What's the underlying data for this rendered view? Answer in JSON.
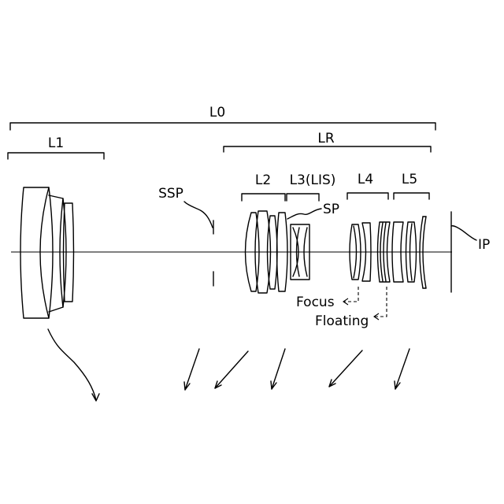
{
  "labels": {
    "l0": "L0",
    "l1": "L1",
    "lr": "LR",
    "l2": "L2",
    "l3": "L3(LIS)",
    "l4": "L4",
    "l5": "L5",
    "ssp": "SSP",
    "sp": "SP",
    "ip": "IP",
    "focus": "Focus",
    "floating": "Floating"
  }
}
